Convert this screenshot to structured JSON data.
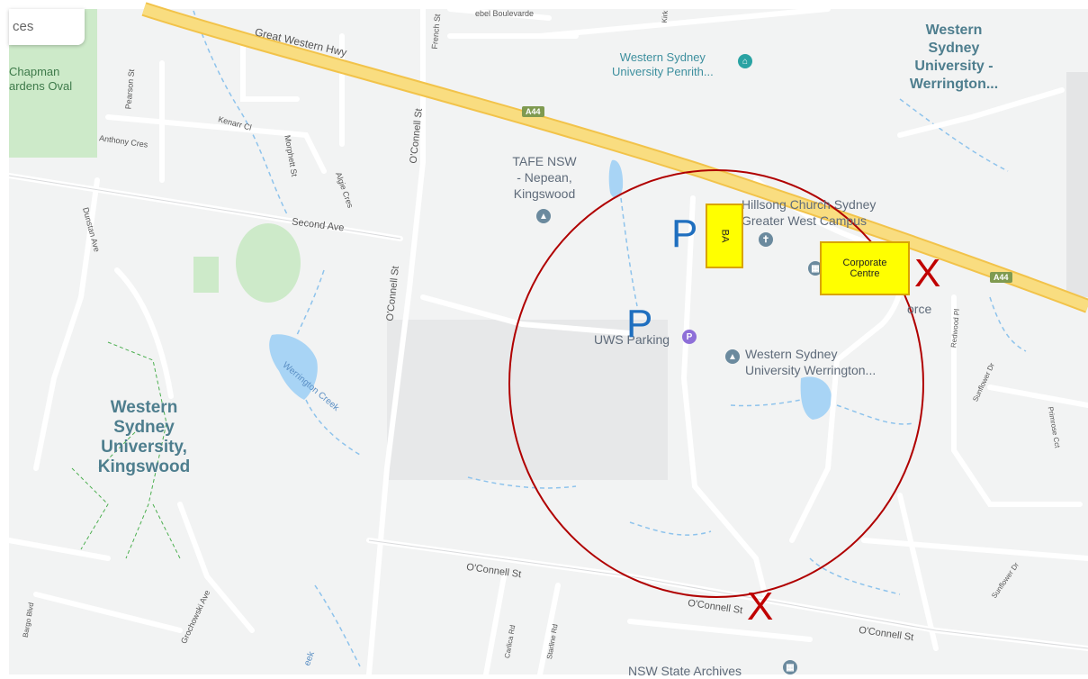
{
  "search": {
    "text": "ces"
  },
  "roads": {
    "great_western_hwy": "Great Western Hwy",
    "a44_shield": "A44",
    "second_ave": "Second Ave",
    "oconnell_st_vertical_1": "O'Connell St",
    "oconnell_st_vertical_2": "O'Connell St",
    "oconnell_st_horizontal_1": "O'Connell St",
    "oconnell_st_horizontal_2": "O'Connell St",
    "oconnell_st_horizontal_3": "O'Connell St",
    "french_st": "French St",
    "pearson_st": "Pearson St",
    "kenarr_cl": "Kenarr Cl",
    "anthony_cres": "Anthony Cres",
    "morphett_st": "Morphett St",
    "algie_cres": "Algie Cres",
    "dunstan_ave": "Dunstan Ave",
    "grochowski_ave": "Grochowski Ave",
    "bargo_blvd": "Bargo Blvd",
    "carlisle_rd": "Carlica Rd",
    "starline_rd": "Starline Rd",
    "redwood_pl": "Redwood Pl",
    "sunflower_dr_1": "Sunflower Dr",
    "sunflower_dr_2": "Sunflower Dr",
    "primrose_cct": "Primrose Cct",
    "werrington_creek": "Werrington Creek",
    "creek_bottom": "eek",
    "boulevarde_top": "ebel Boulevarde",
    "kirk_top": "Kirk"
  },
  "places": {
    "chapman_oval": [
      "Chapman",
      "ardens Oval"
    ],
    "wsu_penrith": [
      "Western Sydney",
      "University Penrith..."
    ],
    "wsu_werrington_top": [
      "Western",
      "Sydney",
      "University -",
      "Werrington..."
    ],
    "tafe": [
      "TAFE NSW",
      "- Nepean,",
      "Kingswood"
    ],
    "hillsong": [
      "Hillsong Church Sydney",
      "Greater West Campus"
    ],
    "uws_parking": "UWS Parking",
    "wsu_werrington_campus": [
      "Western Sydney",
      "University Werrington..."
    ],
    "wsu_kingswood": [
      "Western",
      "Sydney",
      "University,",
      "Kingswood"
    ],
    "nsw_archives": "NSW State Archives",
    "orce_fragment": "orce"
  },
  "annotations": {
    "ba_box": "BA",
    "corporate_centre": [
      "Corporate",
      "Centre"
    ],
    "parking_p1": "P",
    "parking_p2": "P",
    "closed_x1": "X",
    "closed_x2": "X"
  },
  "colors": {
    "land": "#f2f3f3",
    "park": "#cdeac9",
    "water": "#a8d4f5",
    "highway": "#f9dd80",
    "circle": "#b00000",
    "annotation_yellow": "#ffff00",
    "annotation_blue": "#1f6fbf",
    "annotation_red": "#c00000"
  }
}
